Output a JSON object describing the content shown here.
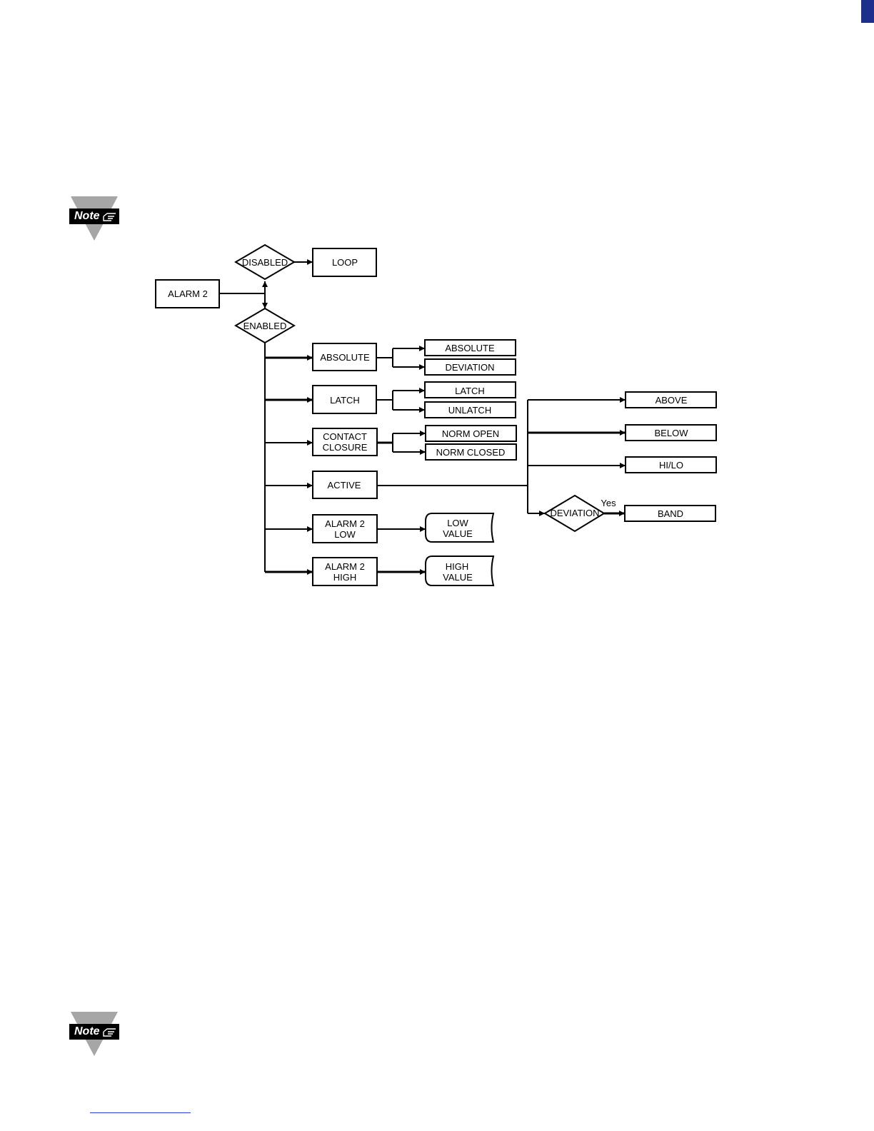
{
  "note_label": "Note",
  "colors": {
    "note_gray": "#a6a6a6",
    "note_black": "#000000",
    "top_bar": "#1d2f8a",
    "link": "#2a3bd6"
  },
  "icons": [
    "hand-pointing-icon"
  ],
  "diagram": {
    "alarm": "ALARM 2",
    "disabled": "DISABLED",
    "loop": "LOOP",
    "enabled": "ENABLED",
    "absolute": "ABSOLUTE",
    "absolute_opts": [
      "ABSOLUTE",
      "DEVIATION"
    ],
    "latch": "LATCH",
    "latch_opts": [
      "LATCH",
      "UNLATCH"
    ],
    "contact": [
      "CONTACT",
      "CLOSURE"
    ],
    "contact_opts": [
      "NORM OPEN",
      "NORM CLOSED"
    ],
    "active": "ACTIVE",
    "alarm_low": [
      "ALARM 2",
      "LOW"
    ],
    "low_value": [
      "LOW",
      "VALUE"
    ],
    "alarm_high": [
      "ALARM 2",
      "HIGH"
    ],
    "high_value": [
      "HIGH",
      "VALUE"
    ],
    "active_opts": [
      "ABOVE",
      "BELOW",
      "HI/LO"
    ],
    "deviation": "DEVIATION",
    "yes": "Yes",
    "band": "BAND"
  }
}
